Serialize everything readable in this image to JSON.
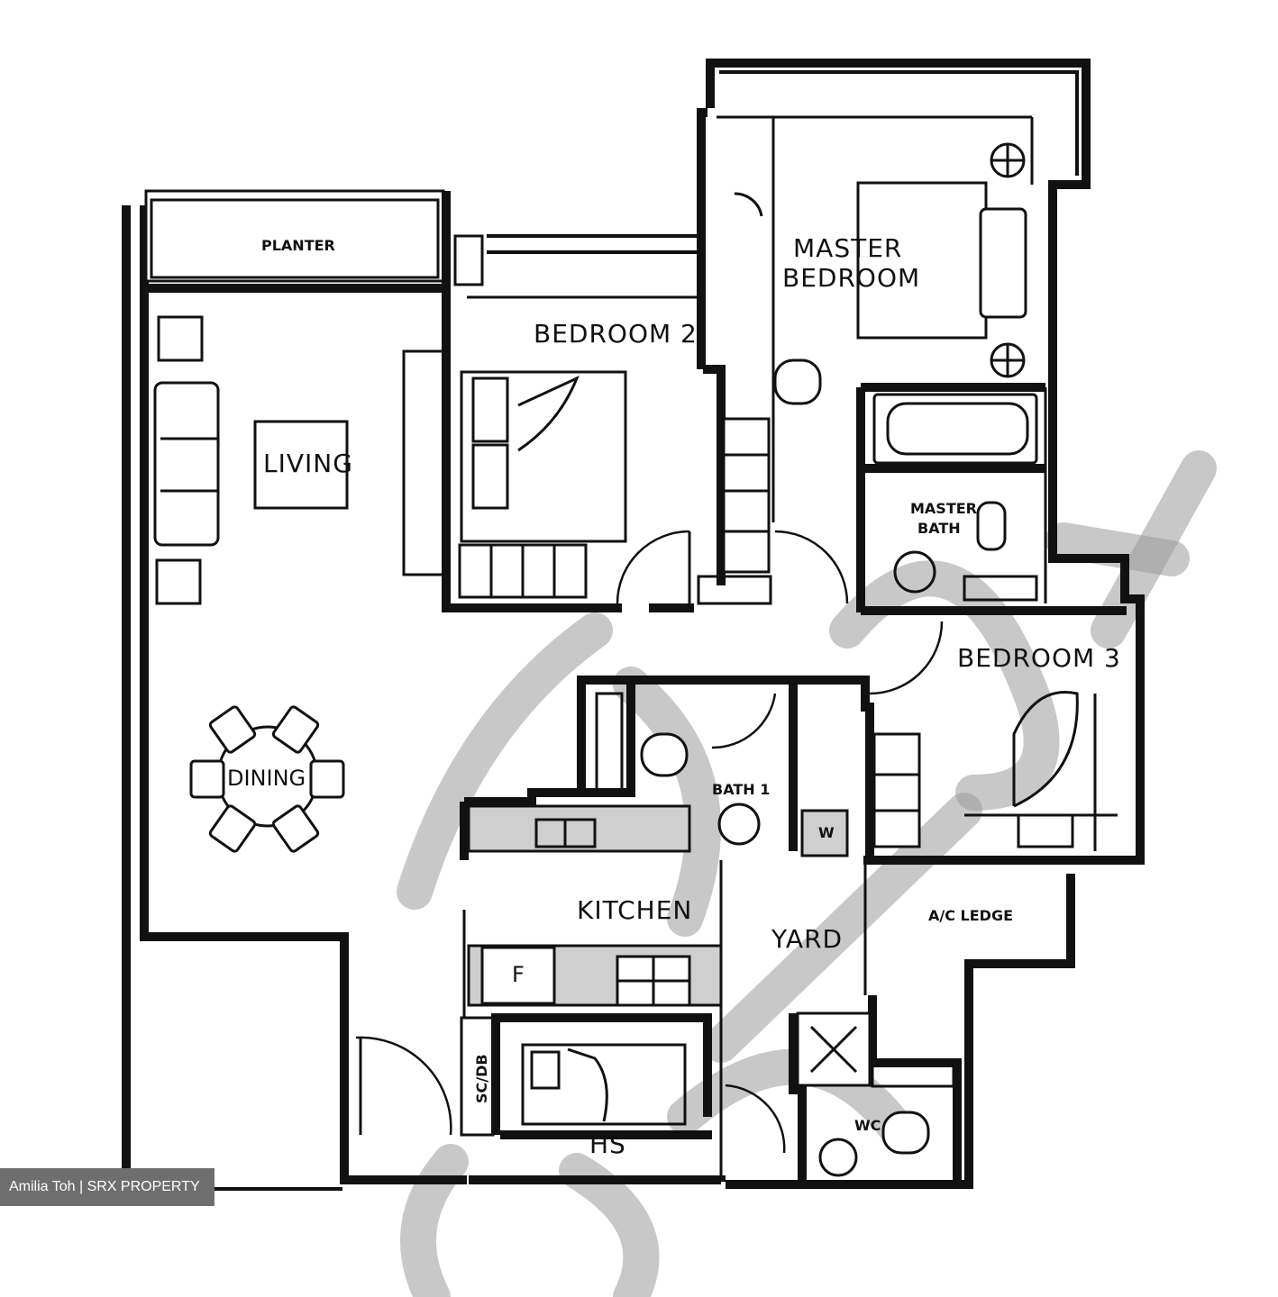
{
  "rooms": {
    "planter": "PLANTER",
    "living": "LIVING",
    "dining": "DINING",
    "bedroom2": "BEDROOM 2",
    "master_bedroom_line1": "MASTER",
    "master_bedroom_line2": "BEDROOM",
    "master_bath_line1": "MASTER",
    "master_bath_line2": "BATH",
    "bedroom3": "BEDROOM 3",
    "bath1": "BATH 1",
    "kitchen": "KITCHEN",
    "yard": "YARD",
    "ac_ledge": "A/C LEDGE",
    "hs": "HS",
    "wc": "WC",
    "fridge": "F",
    "washer": "W",
    "db": "SC/DB"
  },
  "credit": "Amilia Toh | SRX PROPERTY"
}
